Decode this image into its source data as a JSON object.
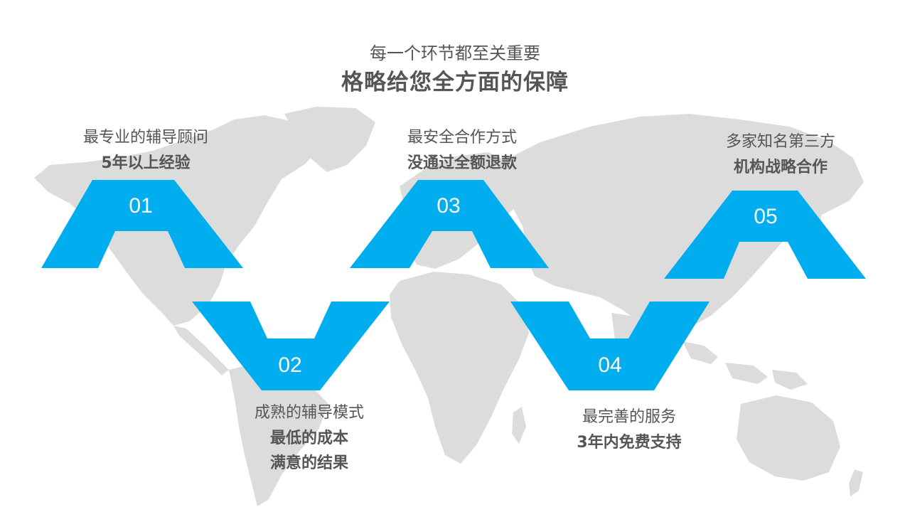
{
  "header": {
    "subtitle": "每一个环节都至关重要",
    "title": "格略给您全方面的保障"
  },
  "colors": {
    "accent": "#00AEEF",
    "map": "#DCDCDC",
    "text": "#555555"
  },
  "steps": [
    {
      "number": "01",
      "line1": "最专业的辅导顾问",
      "line2": "5年以上经验"
    },
    {
      "number": "02",
      "line1": "成熟的辅导模式",
      "line2": "最低的成本",
      "line3": "满意的结果"
    },
    {
      "number": "03",
      "line1": "最安全合作方式",
      "line2": "没通过全额退款"
    },
    {
      "number": "04",
      "line1": "最完善的服务",
      "line2": "3年内免费支持"
    },
    {
      "number": "05",
      "line1": "多家知名第三方",
      "line2": "机构战略合作"
    }
  ]
}
